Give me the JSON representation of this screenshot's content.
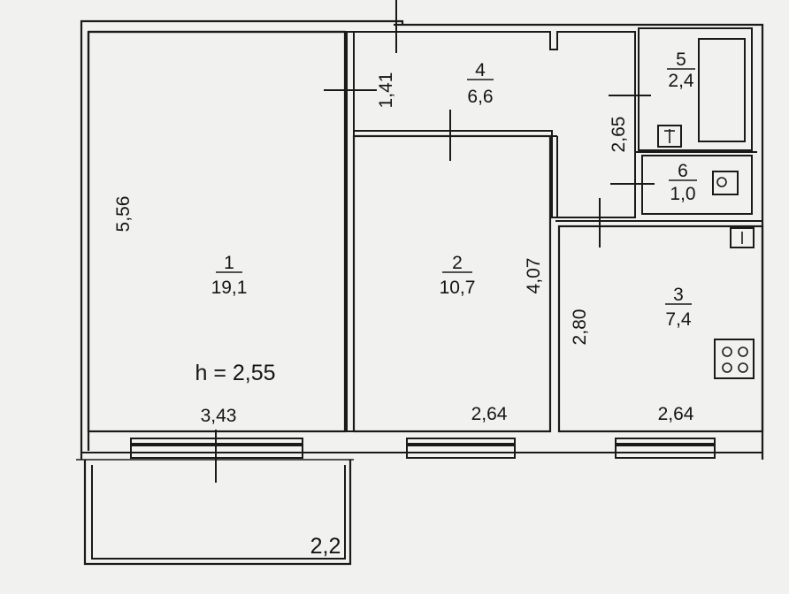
{
  "ceiling_height": "h = 2,55",
  "rooms": [
    {
      "number": "1",
      "area": "19,1"
    },
    {
      "number": "2",
      "area": "10,7"
    },
    {
      "number": "3",
      "area": "7,4"
    },
    {
      "number": "4",
      "area": "6,6"
    },
    {
      "number": "5",
      "area": "2,4"
    },
    {
      "number": "6",
      "area": "1,0"
    }
  ],
  "dimensions": {
    "room1_height": "5,56",
    "room1_width": "3,43",
    "hall_depth": "1,41",
    "room2_height": "4,07",
    "room2_width": "2,64",
    "corridor_length": "2,65",
    "kitchen_height": "2,80",
    "kitchen_width": "2,64",
    "balcony_depth": "2,2"
  }
}
